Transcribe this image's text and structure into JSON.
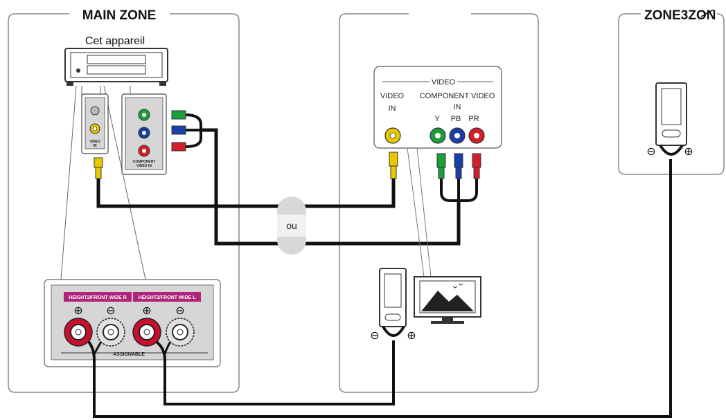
{
  "zones": {
    "main_title": "MAIN ZONE",
    "zone2_title": "",
    "zone3_title": "ZONE3ZON"
  },
  "receiver": {
    "label": "Cet appareil"
  },
  "receiver_panel": {
    "video_label": "VIDEO",
    "video_sub": "IN",
    "component_label": "COMPONENT",
    "component_sub": "VIDEO IN"
  },
  "tv_panel": {
    "group_label": "VIDEO",
    "video_in_top": "VIDEO",
    "video_in_bottom": "IN",
    "component_top": "COMPONENT VIDEO",
    "component_bottom": "IN",
    "y_label": "Y",
    "pb_label": "PB",
    "pr_label": "PR"
  },
  "or_label": "ou",
  "speaker_panel": {
    "tab_right": "HEIGHT2/FRONT WIDE R",
    "tab_left": "HEIGHT2/FRONT WIDE L",
    "assignable": "ASSIGNABLE",
    "plus": "⊕",
    "minus": "⊖"
  },
  "terminals": {
    "minus": "⊖",
    "plus": "⊕"
  },
  "colors": {
    "video_yellow": "#e8c800",
    "component_green": "#1a9e3a",
    "component_blue": "#1b3fa8",
    "component_red": "#d21f2a",
    "speaker_red": "#c8102e",
    "tab_magenta": "#b0247a",
    "cable_black": "#111111"
  }
}
